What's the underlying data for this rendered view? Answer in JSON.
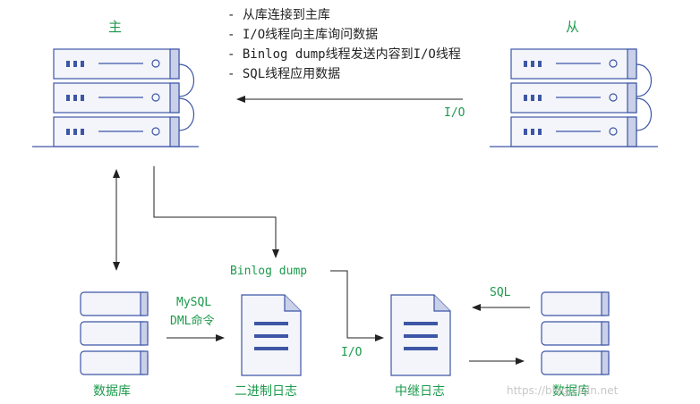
{
  "labels": {
    "master": "主",
    "slave": "从",
    "io_top": "I/O",
    "binlog_dump": "Binlog dump",
    "mysql_dml_line1": "MySQL",
    "mysql_dml_line2": "DML命令",
    "io_bottom": "I/O",
    "sql": "SQL",
    "db_left": "数据库",
    "binlog": "二进制日志",
    "relay_log": "中继日志",
    "db_right": "数据库",
    "watermark": "https://blog.csdn.net"
  },
  "notes": [
    "- 从库连接到主库",
    "- I/O线程向主库询问数据",
    "- Binlog dump线程发送内容到I/O线程",
    "- SQL线程应用数据"
  ],
  "colors": {
    "accent_green": "#1c9a4c",
    "line_blue": "#3d56a6",
    "server_fill": "#f3f5fa",
    "server_stroke": "#3d56a6"
  }
}
